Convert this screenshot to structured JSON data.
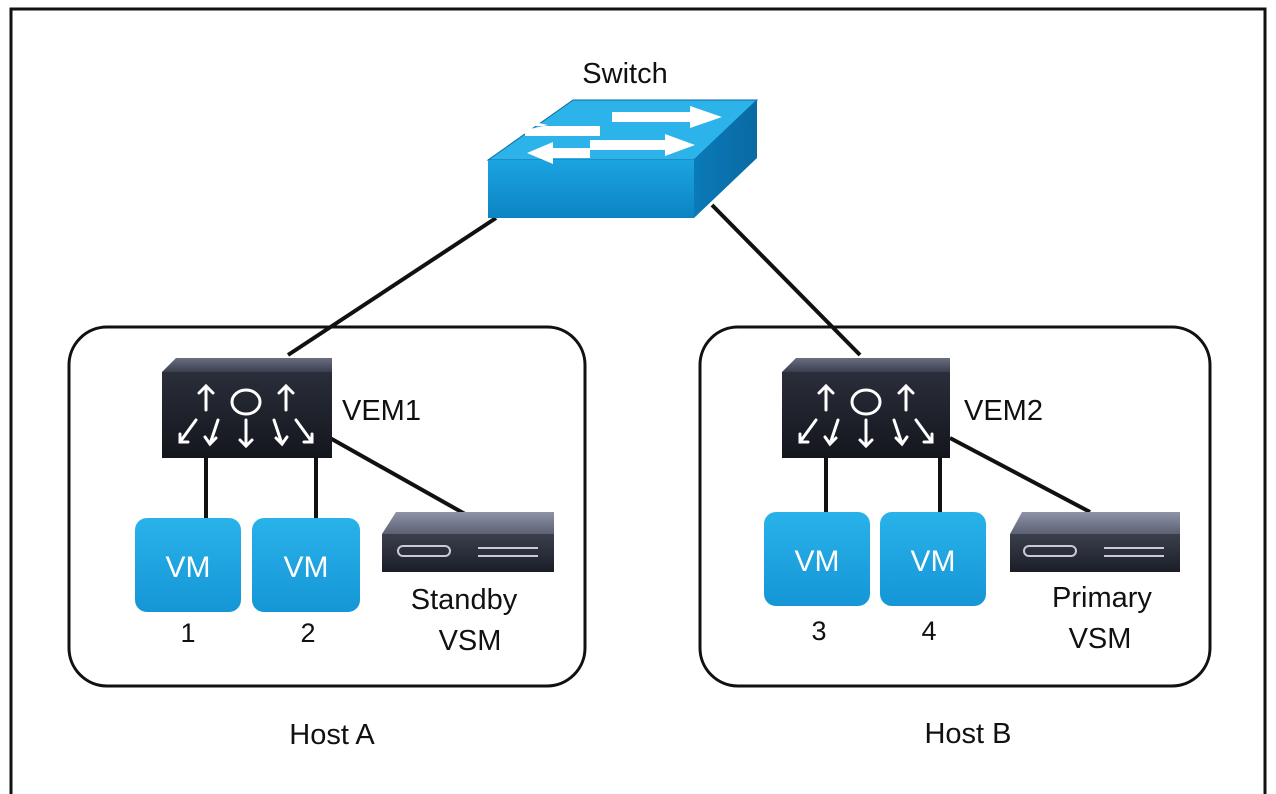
{
  "switch": {
    "label": "Switch"
  },
  "hosts": [
    {
      "label": "Host A",
      "vem_label": "VEM1",
      "vms": [
        {
          "text": "VM",
          "number": "1"
        },
        {
          "text": "VM",
          "number": "2"
        }
      ],
      "vsm": {
        "line1": "Standby",
        "line2": "VSM"
      }
    },
    {
      "label": "Host B",
      "vem_label": "VEM2",
      "vms": [
        {
          "text": "VM",
          "number": "3"
        },
        {
          "text": "VM",
          "number": "4"
        }
      ],
      "vsm": {
        "line1": "Primary",
        "line2": "VSM"
      }
    }
  ],
  "colors": {
    "switch_top": "#1aa3df",
    "switch_front": "#0f8fd0",
    "vm_fill": "#1aa3df",
    "vem_body": "#20242e",
    "server_body": "#2a2f3a",
    "outline": "#111111"
  }
}
